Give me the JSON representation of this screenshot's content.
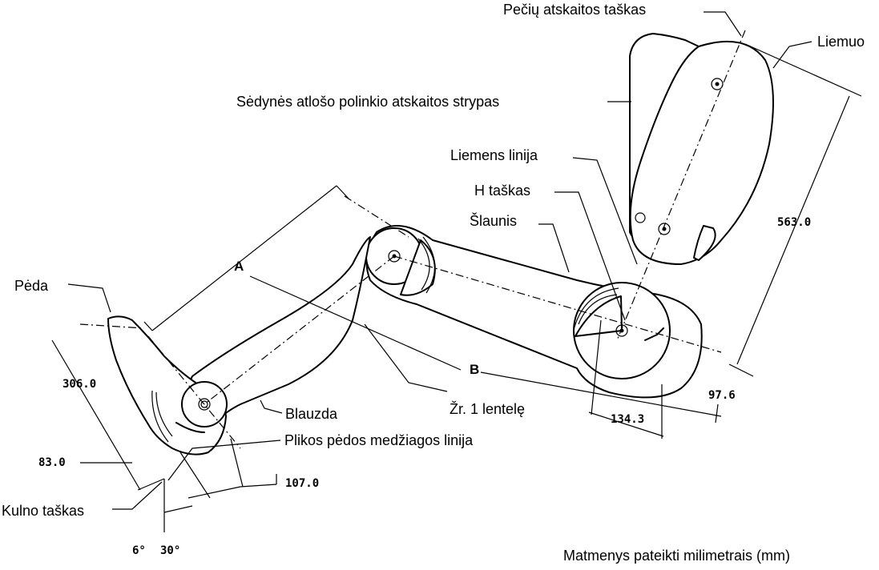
{
  "labels": {
    "peciu": "Pečių atskaitos taškas",
    "liemuo": "Liemuo",
    "strypas": "Sėdynės atlošo polinkio atskaitos strypas",
    "liemens_linija": "Liemens linija",
    "h_taskas": "H taškas",
    "slaunis": "Šlaunis",
    "peda": "Pėda",
    "blauzda": "Blauzda",
    "zr_lentele": "Žr. 1 lentelę",
    "plikos": "Plikos pėdos medžiagos linija",
    "kulno": "Kulno taškas",
    "matmenys": "Matmenys pateikti milimetrais (mm)"
  },
  "dimensions": {
    "d563": "563.0",
    "d976": "97.6",
    "d1343": "134.3",
    "d3060": "306.0",
    "d830": "83.0",
    "d1070": "107.0",
    "angle6": "6°",
    "angle30": "30°",
    "letterA": "A",
    "letterB": "B"
  }
}
